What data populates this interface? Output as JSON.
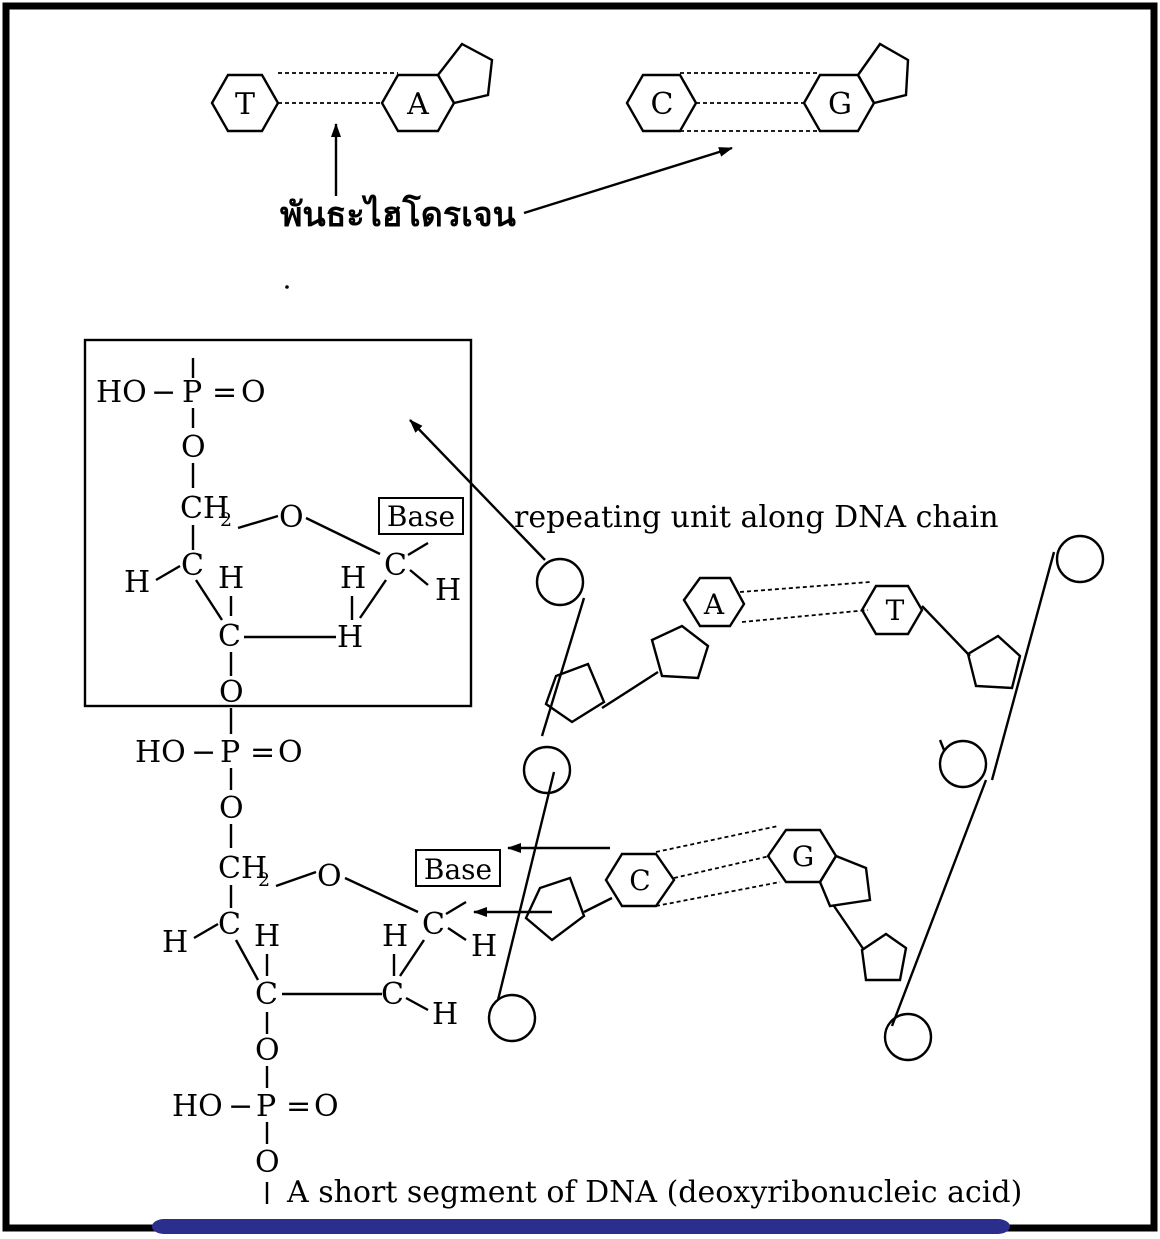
{
  "base_pairs_top": [
    {
      "left": "T",
      "right": "A"
    },
    {
      "left": "C",
      "right": "G"
    }
  ],
  "hydrogen_bond_label": "พันธะไฮโดรเจน",
  "repeating_unit_label": "repeating unit along DNA chain",
  "base_label": "Base",
  "caption": "A short segment of DNA (deoxyribonucleic acid)",
  "strand_bases": {
    "a": "A",
    "t": "T",
    "c": "C",
    "g": "G"
  },
  "chem": {
    "ho": "HO",
    "p": "P",
    "o": "O",
    "ch": "CH",
    "two": "2",
    "c": "C",
    "h": "H",
    "minus": "−",
    "eq": "="
  },
  "colors": {
    "frame": "#000000",
    "bottom_bar": "#2b2e8c"
  }
}
